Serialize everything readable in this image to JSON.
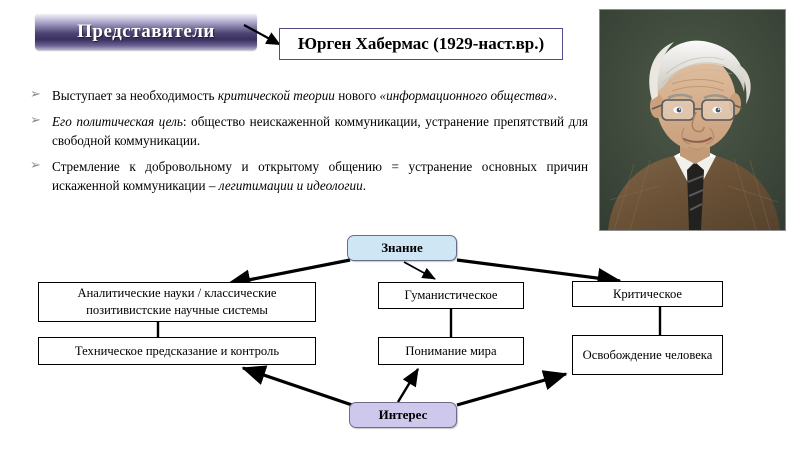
{
  "banner": {
    "label": "Представители"
  },
  "name_box": {
    "text": "Юрген Хабермас (1929-наст.вр.)"
  },
  "photo": {
    "alt": "Портрет Юргена Хабермаса"
  },
  "bullets": [
    {
      "marker": "➢",
      "parts": [
        {
          "text": "Выступает за необходимость ",
          "italic": false
        },
        {
          "text": "критической теории ",
          "italic": true
        },
        {
          "text": "нового ",
          "italic": false
        },
        {
          "text": "«информационного общества»",
          "italic": true
        },
        {
          "text": ".",
          "italic": false
        }
      ]
    },
    {
      "marker": "➢",
      "parts": [
        {
          "text": "Его политическая цель",
          "italic": true
        },
        {
          "text": ": общество неискаженной коммуникации, устранение препятствий для свободной коммуникации.",
          "italic": false
        }
      ]
    },
    {
      "marker": "➢",
      "parts": [
        {
          "text": "Стремление к добровольному и открытому общению = устранение основных причин искаженной коммуникации – ",
          "italic": false
        },
        {
          "text": "легитимации и идеологии",
          "italic": true
        },
        {
          "text": ".",
          "italic": false
        }
      ]
    }
  ],
  "diagram": {
    "nodes": {
      "knowledge": "Знание",
      "analytic": "Аналитические науки / классические позитивистские научные системы",
      "technical": "Техническое предсказание и контроль",
      "humanist": "Гуманистическое",
      "world": "Понимание мира",
      "critical": "Критическое",
      "liberate": "Освобождение человека",
      "interest": "Интерес"
    }
  },
  "colors": {
    "banner_dark": "#3b3160",
    "banner_mid": "#4c4273",
    "knowledge_fill": "#cfe7f5",
    "interest_fill": "#cdc8ec",
    "node_border": "#000000",
    "bullet_marker": "#8a8a8a",
    "photo_background": "#3f4a3c"
  }
}
